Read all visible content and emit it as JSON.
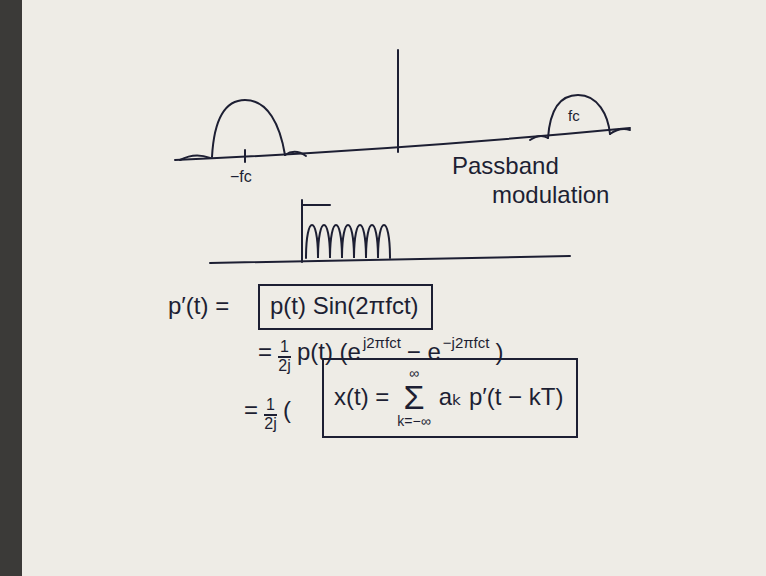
{
  "diagram": {
    "nodes": [
      {
        "text": [
          "p(t) Sin(2πfct)"
        ]
      },
      {
        "text": [
          "x(t) =",
          "∞",
          "Σ",
          "k=−∞",
          "aₖ p′(t − kT)"
        ]
      }
    ],
    "labels": [
      "−fc",
      "fc",
      "Passband modulation",
      "p′(t) =",
      "=",
      "1",
      "2j",
      "p(t) (e",
      "j2πfct",
      "− e",
      "−j2πfct",
      ")",
      "=",
      "1",
      "2j",
      "("
    ]
  }
}
